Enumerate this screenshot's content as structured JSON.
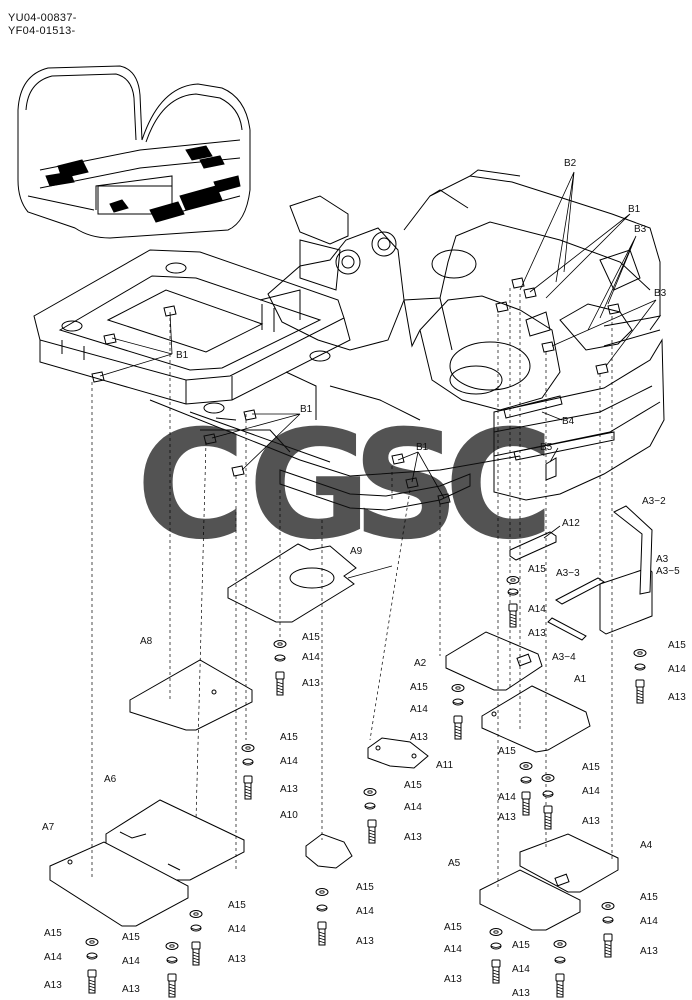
{
  "header": {
    "serial_1": "YU04-00837-",
    "serial_2": "YF04-01513-"
  },
  "watermark": {
    "letters": [
      "C",
      "G",
      "S",
      "C"
    ],
    "colors": [
      "#4285F4",
      "#EA4335",
      "#FBBC05",
      "#34A853"
    ]
  },
  "labels": [
    {
      "id": "b2",
      "text": "B2"
    },
    {
      "id": "b1_tr",
      "text": "B1"
    },
    {
      "id": "b3_a",
      "text": "B3"
    },
    {
      "id": "b3_b",
      "text": "B3"
    },
    {
      "id": "b1_left",
      "text": "B1"
    },
    {
      "id": "b1_mid",
      "text": "B1"
    },
    {
      "id": "b1_ctr",
      "text": "B1"
    },
    {
      "id": "b4",
      "text": "B4"
    },
    {
      "id": "b5",
      "text": "B5"
    },
    {
      "id": "a3_2",
      "text": "A3−2"
    },
    {
      "id": "a12",
      "text": "A12"
    },
    {
      "id": "a3",
      "text": "A3"
    },
    {
      "id": "a3_5",
      "text": "A3−5"
    },
    {
      "id": "a15_a12",
      "text": "A15"
    },
    {
      "id": "a3_3",
      "text": "A3−3"
    },
    {
      "id": "a14_a12",
      "text": "A14"
    },
    {
      "id": "a13_a12",
      "text": "A13"
    },
    {
      "id": "a9",
      "text": "A9"
    },
    {
      "id": "a3_4",
      "text": "A3−4"
    },
    {
      "id": "a15_a3",
      "text": "A15"
    },
    {
      "id": "a14_a3",
      "text": "A14"
    },
    {
      "id": "a13_a3",
      "text": "A13"
    },
    {
      "id": "a15_a9",
      "text": "A15"
    },
    {
      "id": "a14_a9",
      "text": "A14"
    },
    {
      "id": "a13_a9",
      "text": "A13"
    },
    {
      "id": "a8",
      "text": "A8"
    },
    {
      "id": "a2",
      "text": "A2"
    },
    {
      "id": "a15_a2",
      "text": "A15"
    },
    {
      "id": "a1",
      "text": "A1"
    },
    {
      "id": "a14_a2",
      "text": "A14"
    },
    {
      "id": "a13_a2",
      "text": "A13"
    },
    {
      "id": "a15_a8",
      "text": "A15"
    },
    {
      "id": "a14_a8",
      "text": "A14"
    },
    {
      "id": "a13_a8",
      "text": "A13"
    },
    {
      "id": "a11",
      "text": "A11"
    },
    {
      "id": "a15_a1",
      "text": "A15"
    },
    {
      "id": "a15_a1b",
      "text": "A15"
    },
    {
      "id": "a14_a1",
      "text": "A14"
    },
    {
      "id": "a14_a1b",
      "text": "A14"
    },
    {
      "id": "a13_a1",
      "text": "A13"
    },
    {
      "id": "a13_a1b",
      "text": "A13"
    },
    {
      "id": "a15_a11",
      "text": "A15"
    },
    {
      "id": "a14_a11",
      "text": "A14"
    },
    {
      "id": "a13_a11",
      "text": "A13"
    },
    {
      "id": "a6",
      "text": "A6"
    },
    {
      "id": "a7",
      "text": "A7"
    },
    {
      "id": "a10",
      "text": "A10"
    },
    {
      "id": "a4",
      "text": "A4"
    },
    {
      "id": "a5",
      "text": "A5"
    },
    {
      "id": "a15_a10",
      "text": "A15"
    },
    {
      "id": "a14_a10",
      "text": "A14"
    },
    {
      "id": "a13_a10",
      "text": "A13"
    },
    {
      "id": "a15_a6",
      "text": "A15"
    },
    {
      "id": "a14_a6",
      "text": "A14"
    },
    {
      "id": "a13_a6",
      "text": "A13"
    },
    {
      "id": "a15_a7",
      "text": "A15"
    },
    {
      "id": "a14_a7",
      "text": "A14"
    },
    {
      "id": "a13_a7",
      "text": "A13"
    },
    {
      "id": "a15_a7b",
      "text": "A15"
    },
    {
      "id": "a14_a7b",
      "text": "A14"
    },
    {
      "id": "a13_a7b",
      "text": "A13"
    },
    {
      "id": "a15_a4",
      "text": "A15"
    },
    {
      "id": "a14_a4",
      "text": "A14"
    },
    {
      "id": "a13_a4",
      "text": "A13"
    },
    {
      "id": "a15_a5",
      "text": "A15"
    },
    {
      "id": "a14_a5",
      "text": "A14"
    },
    {
      "id": "a13_a5",
      "text": "A13"
    },
    {
      "id": "a15_a5b",
      "text": "A15"
    },
    {
      "id": "a14_a5b",
      "text": "A14"
    },
    {
      "id": "a13_a5b",
      "text": "A13"
    }
  ]
}
